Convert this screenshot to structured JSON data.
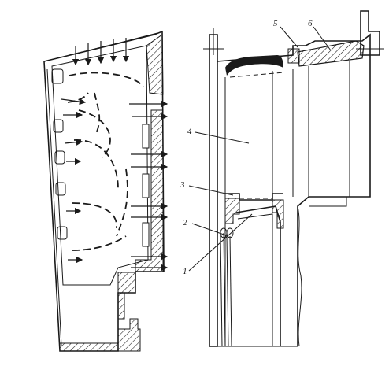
{
  "labels": {
    "l1": "1",
    "l2": "2",
    "l3": "3",
    "l4": "4",
    "l5": "5",
    "l6": "6"
  },
  "colors": {
    "ink": "#1a1a1a",
    "paper": "#ffffff"
  }
}
